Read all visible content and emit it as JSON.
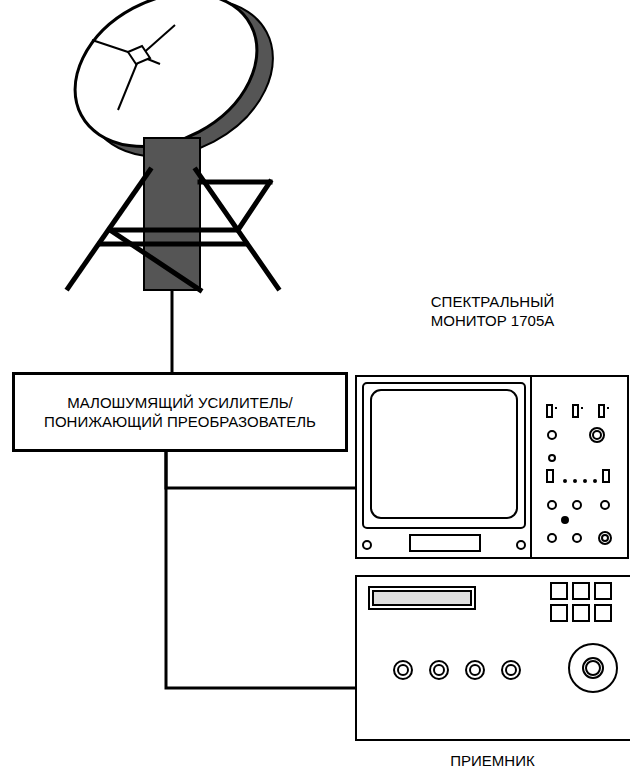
{
  "diagram": {
    "nodes": [
      {
        "text": [
          "МАЛОШУМЯЩИЙ УСИЛИТЕЛЬ/ ПОНИЖАЮЩИЙ ПРЕОБРАЗОВАТЕЛЬ"
        ]
      },
      {
        "text": [
          "СПЕКТРАЛЬНЫЙ МОНИТОР 1705A"
        ]
      },
      {
        "text": [
          "ПРИЕМНИК"
        ]
      }
    ],
    "edges": [
      {
        "from": 0,
        "to": 1,
        "arrow": "none"
      },
      {
        "from": 0,
        "to": 2,
        "arrow": "none"
      }
    ]
  }
}
